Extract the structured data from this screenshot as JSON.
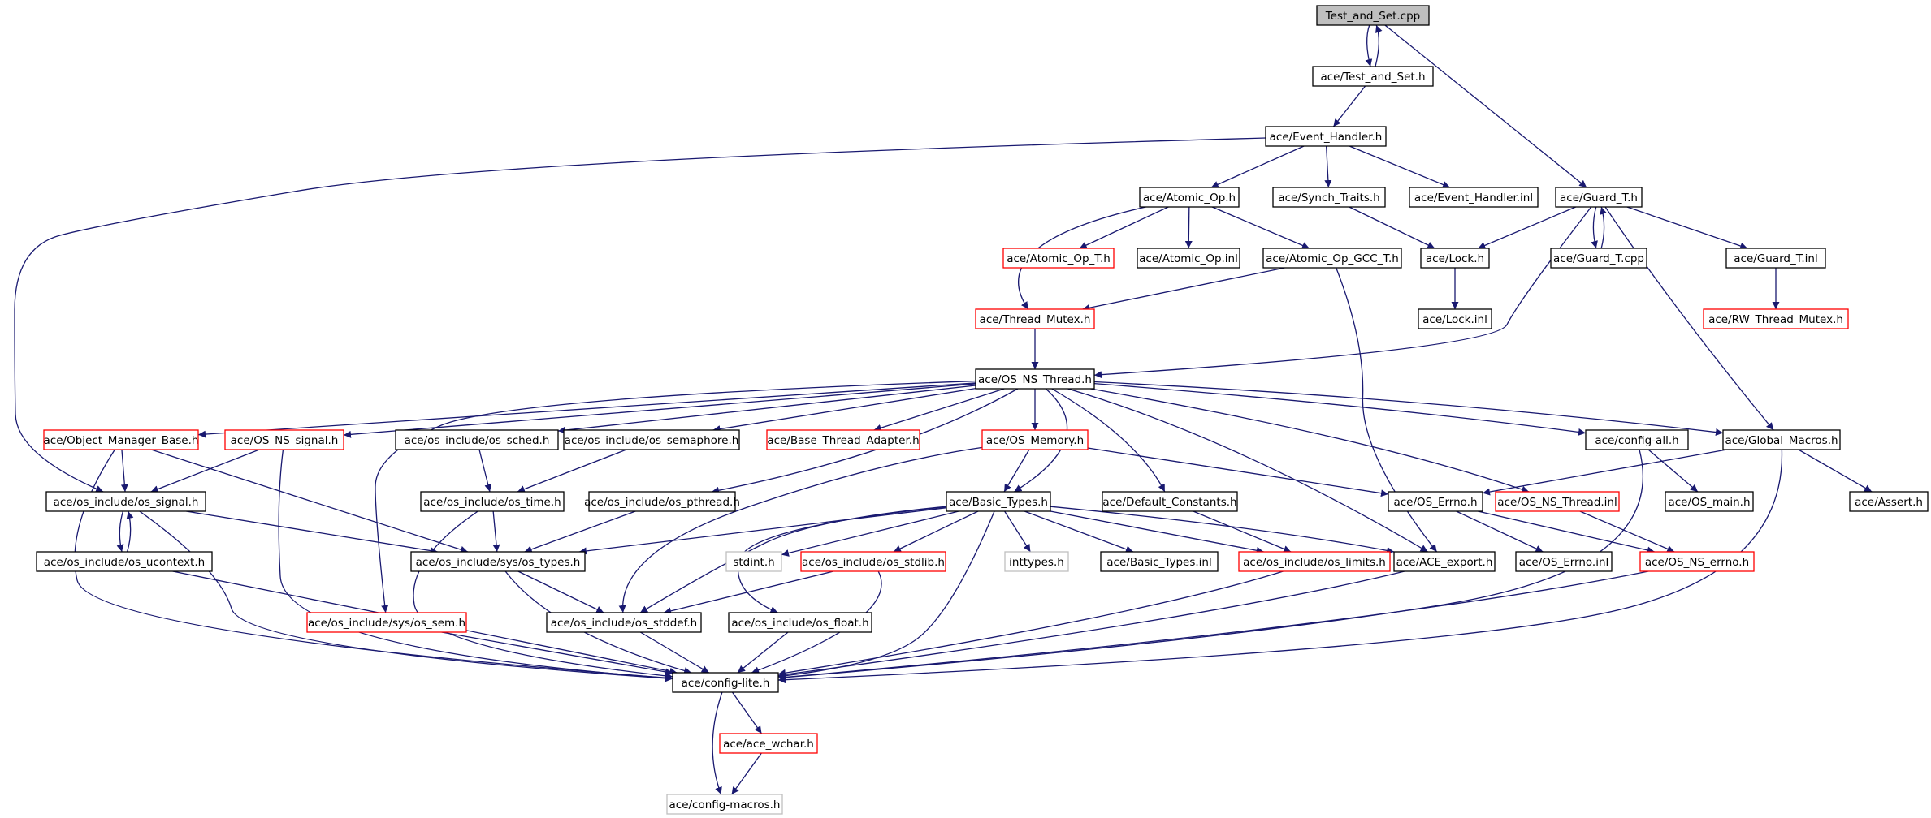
{
  "colors": {
    "edge": "#191970",
    "border_normal": "#000000",
    "border_truncated": "#ff0000",
    "border_external": "#bfbfbf",
    "fill_root": "#bfbfbf",
    "fill_normal": "#ffffff"
  },
  "nodes": [
    {
      "id": "root",
      "label": "Test_and_Set.cpp",
      "kind": "root"
    },
    {
      "id": "tas_h",
      "label": "ace/Test_and_Set.h",
      "kind": "normal"
    },
    {
      "id": "event_handler_h",
      "label": "ace/Event_Handler.h",
      "kind": "normal"
    },
    {
      "id": "guard_t_h",
      "label": "ace/Guard_T.h",
      "kind": "normal"
    },
    {
      "id": "atomic_op_h",
      "label": "ace/Atomic_Op.h",
      "kind": "normal"
    },
    {
      "id": "synch_traits_h",
      "label": "ace/Synch_Traits.h",
      "kind": "normal"
    },
    {
      "id": "event_handler_inl",
      "label": "ace/Event_Handler.inl",
      "kind": "normal"
    },
    {
      "id": "atomic_op_t_h",
      "label": "ace/Atomic_Op_T.h",
      "kind": "truncated"
    },
    {
      "id": "atomic_op_inl",
      "label": "ace/Atomic_Op.inl",
      "kind": "normal"
    },
    {
      "id": "atomic_op_gcc_t_h",
      "label": "ace/Atomic_Op_GCC_T.h",
      "kind": "normal"
    },
    {
      "id": "lock_h",
      "label": "ace/Lock.h",
      "kind": "normal"
    },
    {
      "id": "guard_t_cpp",
      "label": "ace/Guard_T.cpp",
      "kind": "normal"
    },
    {
      "id": "guard_t_inl",
      "label": "ace/Guard_T.inl",
      "kind": "normal"
    },
    {
      "id": "thread_mutex_h",
      "label": "ace/Thread_Mutex.h",
      "kind": "truncated"
    },
    {
      "id": "lock_inl",
      "label": "ace/Lock.inl",
      "kind": "normal"
    },
    {
      "id": "rw_thread_mutex_h",
      "label": "ace/RW_Thread_Mutex.h",
      "kind": "truncated"
    },
    {
      "id": "os_ns_thread_h",
      "label": "ace/OS_NS_Thread.h",
      "kind": "normal"
    },
    {
      "id": "object_manager_base_h",
      "label": "ace/Object_Manager_Base.h",
      "kind": "truncated"
    },
    {
      "id": "os_ns_signal_h",
      "label": "ace/OS_NS_signal.h",
      "kind": "truncated"
    },
    {
      "id": "os_sched_h",
      "label": "ace/os_include/os_sched.h",
      "kind": "normal"
    },
    {
      "id": "os_semaphore_h",
      "label": "ace/os_include/os_semaphore.h",
      "kind": "normal"
    },
    {
      "id": "base_thread_adapter_h",
      "label": "ace/Base_Thread_Adapter.h",
      "kind": "truncated"
    },
    {
      "id": "os_memory_h",
      "label": "ace/OS_Memory.h",
      "kind": "truncated"
    },
    {
      "id": "config_all_h",
      "label": "ace/config-all.h",
      "kind": "normal"
    },
    {
      "id": "global_macros_h",
      "label": "ace/Global_Macros.h",
      "kind": "normal"
    },
    {
      "id": "os_signal_h",
      "label": "ace/os_include/os_signal.h",
      "kind": "normal"
    },
    {
      "id": "os_time_h",
      "label": "ace/os_include/os_time.h",
      "kind": "normal"
    },
    {
      "id": "os_pthread_h",
      "label": "ace/os_include/os_pthread.h",
      "kind": "normal"
    },
    {
      "id": "basic_types_h",
      "label": "ace/Basic_Types.h",
      "kind": "normal"
    },
    {
      "id": "default_constants_h",
      "label": "ace/Default_Constants.h",
      "kind": "normal"
    },
    {
      "id": "os_errno_h",
      "label": "ace/OS_Errno.h",
      "kind": "normal"
    },
    {
      "id": "os_ns_thread_inl",
      "label": "ace/OS_NS_Thread.inl",
      "kind": "truncated"
    },
    {
      "id": "os_main_h",
      "label": "ace/OS_main.h",
      "kind": "normal"
    },
    {
      "id": "assert_h",
      "label": "ace/Assert.h",
      "kind": "normal"
    },
    {
      "id": "os_ucontext_h",
      "label": "ace/os_include/os_ucontext.h",
      "kind": "normal"
    },
    {
      "id": "sys_os_types_h",
      "label": "ace/os_include/sys/os_types.h",
      "kind": "normal"
    },
    {
      "id": "stdint_h",
      "label": "stdint.h",
      "kind": "external"
    },
    {
      "id": "os_stdlib_h",
      "label": "ace/os_include/os_stdlib.h",
      "kind": "truncated"
    },
    {
      "id": "inttypes_h",
      "label": "inttypes.h",
      "kind": "external"
    },
    {
      "id": "basic_types_inl",
      "label": "ace/Basic_Types.inl",
      "kind": "normal"
    },
    {
      "id": "os_limits_h",
      "label": "ace/os_include/os_limits.h",
      "kind": "truncated"
    },
    {
      "id": "ace_export_h",
      "label": "ace/ACE_export.h",
      "kind": "normal"
    },
    {
      "id": "os_errno_inl",
      "label": "ace/OS_Errno.inl",
      "kind": "normal"
    },
    {
      "id": "os_ns_errno_h",
      "label": "ace/OS_NS_errno.h",
      "kind": "truncated"
    },
    {
      "id": "sys_os_sem_h",
      "label": "ace/os_include/sys/os_sem.h",
      "kind": "truncated"
    },
    {
      "id": "os_stddef_h",
      "label": "ace/os_include/os_stddef.h",
      "kind": "normal"
    },
    {
      "id": "os_float_h",
      "label": "ace/os_include/os_float.h",
      "kind": "normal"
    },
    {
      "id": "config_lite_h",
      "label": "ace/config-lite.h",
      "kind": "normal"
    },
    {
      "id": "ace_wchar_h",
      "label": "ace/ace_wchar.h",
      "kind": "truncated"
    },
    {
      "id": "config_macros_h",
      "label": "ace/config-macros.h",
      "kind": "external"
    }
  ],
  "edges": [
    [
      "root",
      "tas_h"
    ],
    [
      "tas_h",
      "root"
    ],
    [
      "root",
      "guard_t_h"
    ],
    [
      "tas_h",
      "event_handler_h"
    ],
    [
      "event_handler_h",
      "atomic_op_h"
    ],
    [
      "event_handler_h",
      "synch_traits_h"
    ],
    [
      "event_handler_h",
      "event_handler_inl"
    ],
    [
      "event_handler_h",
      "os_signal_h"
    ],
    [
      "atomic_op_h",
      "atomic_op_t_h"
    ],
    [
      "atomic_op_h",
      "atomic_op_inl"
    ],
    [
      "atomic_op_h",
      "atomic_op_gcc_t_h"
    ],
    [
      "atomic_op_h",
      "thread_mutex_h"
    ],
    [
      "atomic_op_gcc_t_h",
      "thread_mutex_h"
    ],
    [
      "atomic_op_gcc_t_h",
      "ace_export_h"
    ],
    [
      "synch_traits_h",
      "lock_h"
    ],
    [
      "guard_t_h",
      "lock_h"
    ],
    [
      "guard_t_h",
      "guard_t_cpp"
    ],
    [
      "guard_t_cpp",
      "guard_t_h"
    ],
    [
      "guard_t_h",
      "guard_t_inl"
    ],
    [
      "guard_t_h",
      "os_ns_thread_h"
    ],
    [
      "guard_t_h",
      "global_macros_h"
    ],
    [
      "lock_h",
      "lock_inl"
    ],
    [
      "guard_t_inl",
      "rw_thread_mutex_h"
    ],
    [
      "thread_mutex_h",
      "os_ns_thread_h"
    ],
    [
      "os_ns_thread_h",
      "object_manager_base_h"
    ],
    [
      "os_ns_thread_h",
      "os_ns_signal_h"
    ],
    [
      "os_ns_thread_h",
      "os_sched_h"
    ],
    [
      "os_ns_thread_h",
      "os_semaphore_h"
    ],
    [
      "os_ns_thread_h",
      "base_thread_adapter_h"
    ],
    [
      "os_ns_thread_h",
      "os_memory_h"
    ],
    [
      "os_ns_thread_h",
      "config_all_h"
    ],
    [
      "os_ns_thread_h",
      "global_macros_h"
    ],
    [
      "os_ns_thread_h",
      "os_pthread_h"
    ],
    [
      "os_ns_thread_h",
      "basic_types_h"
    ],
    [
      "os_ns_thread_h",
      "default_constants_h"
    ],
    [
      "os_ns_thread_h",
      "os_ns_thread_inl"
    ],
    [
      "os_ns_thread_h",
      "ace_export_h"
    ],
    [
      "os_ns_thread_h",
      "sys_os_sem_h"
    ],
    [
      "object_manager_base_h",
      "os_signal_h"
    ],
    [
      "object_manager_base_h",
      "sys_os_types_h"
    ],
    [
      "object_manager_base_h",
      "config_lite_h"
    ],
    [
      "os_ns_signal_h",
      "os_signal_h"
    ],
    [
      "os_ns_signal_h",
      "config_lite_h"
    ],
    [
      "os_sched_h",
      "os_time_h"
    ],
    [
      "os_semaphore_h",
      "os_time_h"
    ],
    [
      "os_memory_h",
      "basic_types_h"
    ],
    [
      "os_memory_h",
      "os_errno_h"
    ],
    [
      "os_memory_h",
      "os_stddef_h"
    ],
    [
      "config_all_h",
      "config_lite_h"
    ],
    [
      "config_all_h",
      "os_main_h"
    ],
    [
      "global_macros_h",
      "os_errno_h"
    ],
    [
      "global_macros_h",
      "assert_h"
    ],
    [
      "global_macros_h",
      "config_lite_h"
    ],
    [
      "os_signal_h",
      "os_ucontext_h"
    ],
    [
      "os_ucontext_h",
      "os_signal_h"
    ],
    [
      "os_signal_h",
      "sys_os_types_h"
    ],
    [
      "os_signal_h",
      "config_lite_h"
    ],
    [
      "os_ucontext_h",
      "config_lite_h"
    ],
    [
      "os_time_h",
      "sys_os_types_h"
    ],
    [
      "os_time_h",
      "config_lite_h"
    ],
    [
      "os_pthread_h",
      "sys_os_types_h"
    ],
    [
      "basic_types_h",
      "sys_os_types_h"
    ],
    [
      "basic_types_h",
      "stdint_h"
    ],
    [
      "basic_types_h",
      "os_stdlib_h"
    ],
    [
      "basic_types_h",
      "inttypes_h"
    ],
    [
      "basic_types_h",
      "basic_types_inl"
    ],
    [
      "basic_types_h",
      "os_limits_h"
    ],
    [
      "basic_types_h",
      "ace_export_h"
    ],
    [
      "basic_types_h",
      "os_stddef_h"
    ],
    [
      "basic_types_h",
      "os_float_h"
    ],
    [
      "basic_types_h",
      "config_lite_h"
    ],
    [
      "default_constants_h",
      "os_limits_h"
    ],
    [
      "os_errno_h",
      "os_errno_inl"
    ],
    [
      "os_errno_h",
      "os_ns_errno_h"
    ],
    [
      "os_ns_thread_inl",
      "os_ns_errno_h"
    ],
    [
      "os_stdlib_h",
      "os_stddef_h"
    ],
    [
      "os_stdlib_h",
      "config_lite_h"
    ],
    [
      "os_limits_h",
      "config_lite_h"
    ],
    [
      "ace_export_h",
      "config_lite_h"
    ],
    [
      "os_ns_errno_h",
      "config_lite_h"
    ],
    [
      "sys_os_types_h",
      "os_stddef_h"
    ],
    [
      "sys_os_types_h",
      "config_lite_h"
    ],
    [
      "sys_os_sem_h",
      "config_lite_h"
    ],
    [
      "os_stddef_h",
      "config_lite_h"
    ],
    [
      "os_float_h",
      "config_lite_h"
    ],
    [
      "config_lite_h",
      "ace_wchar_h"
    ],
    [
      "config_lite_h",
      "config_macros_h"
    ],
    [
      "ace_wchar_h",
      "config_macros_h"
    ]
  ]
}
